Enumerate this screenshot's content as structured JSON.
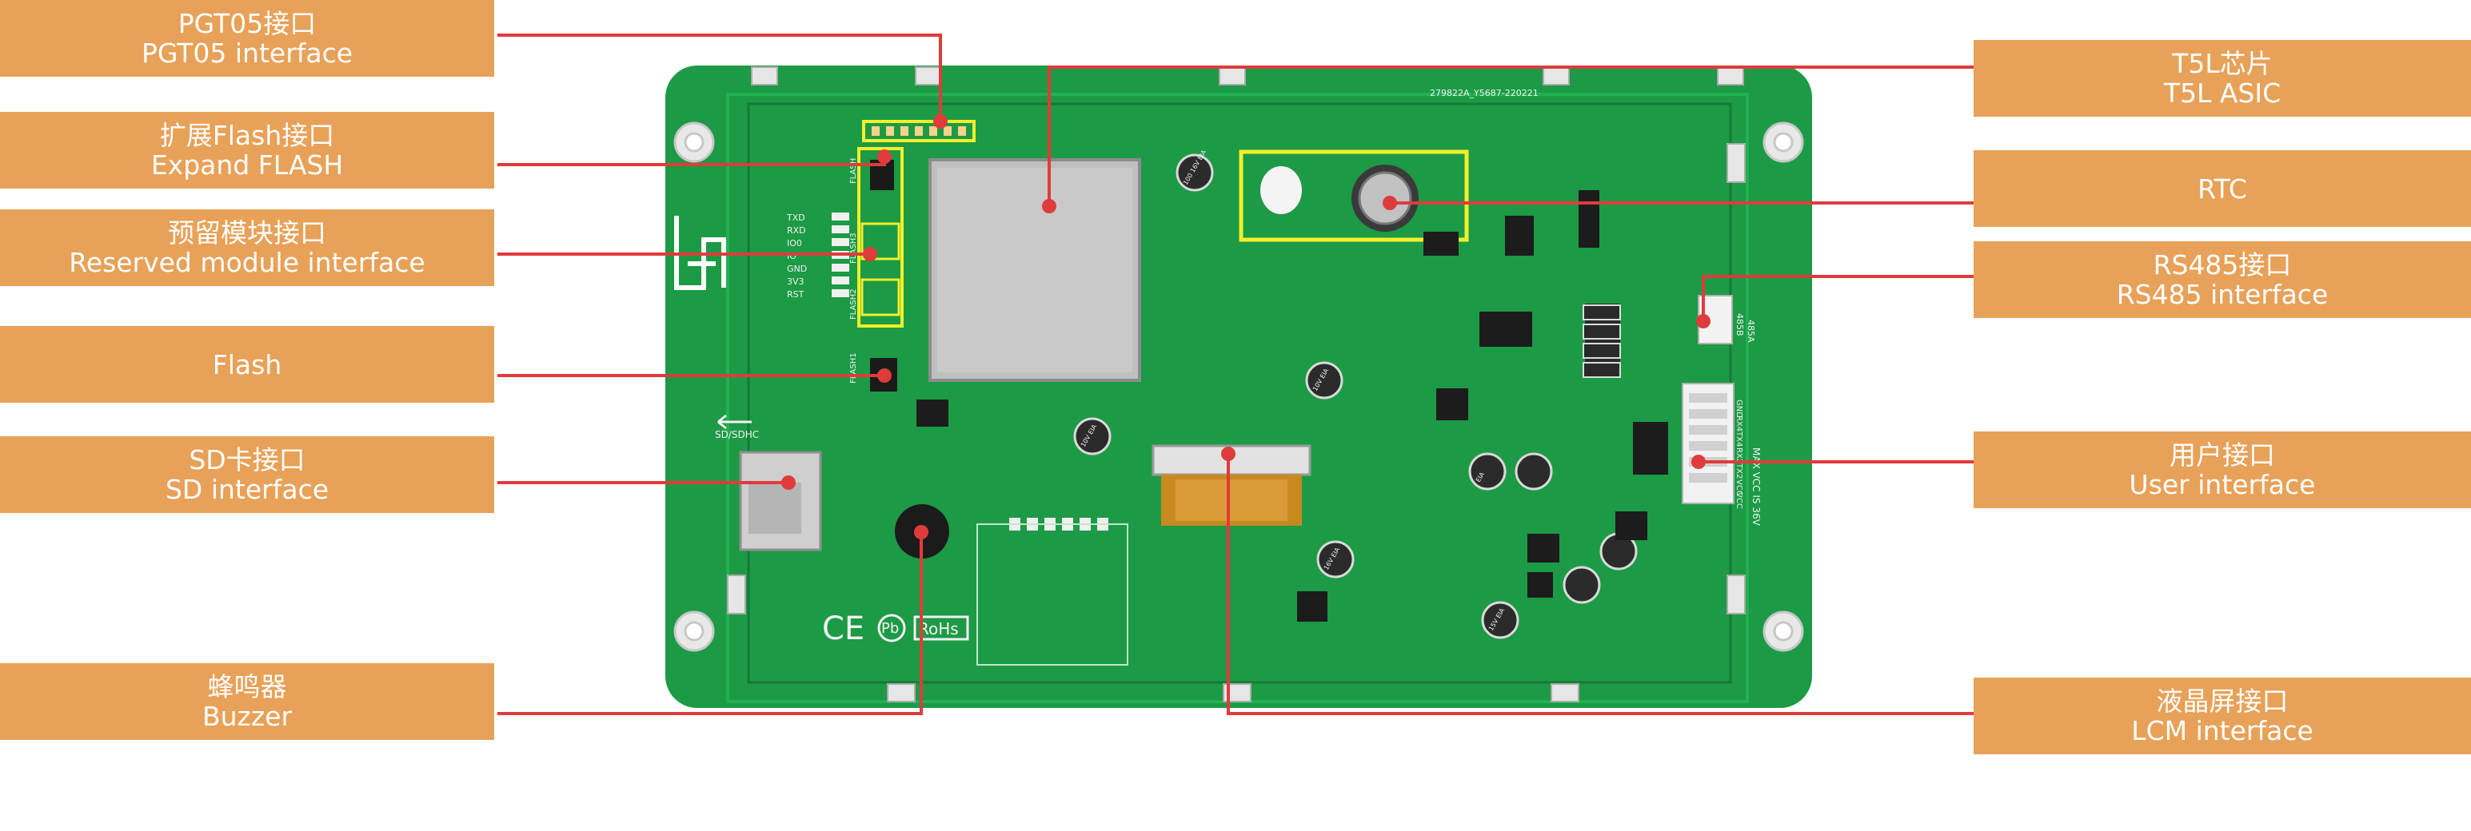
{
  "callouts": {
    "pgt05": {
      "zh": "PGT05接口",
      "en": "PGT05 interface"
    },
    "expand_flash": {
      "zh": "扩展Flash接口",
      "en": "Expand FLASH"
    },
    "reserved_module": {
      "zh": "预留模块接口",
      "en": "Reserved module interface"
    },
    "flash": {
      "en": "Flash"
    },
    "sd": {
      "zh": "SD卡接口",
      "en": "SD interface"
    },
    "buzzer": {
      "zh": "蜂鸣器",
      "en": "Buzzer"
    },
    "t5l": {
      "zh": "T5L芯片",
      "en": "T5L ASIC"
    },
    "rtc": {
      "en": "RTC"
    },
    "rs485": {
      "zh": "RS485接口",
      "en": "RS485 interface"
    },
    "user": {
      "zh": "用户接口",
      "en": "User interface"
    },
    "lcm": {
      "zh": "液晶屏接口",
      "en": "LCM interface"
    }
  },
  "board_text": {
    "pcb_id": "279822A_Y5687-220221",
    "module_pins": [
      "TXD",
      "RXD",
      "IO0",
      "IO",
      "GND",
      "3V3",
      "RST"
    ],
    "sd_mark": "SD/SDHC",
    "ce": "CE",
    "pb": "Pb",
    "rohs": "RoHs",
    "rs485_pins": [
      "485B",
      "485A"
    ],
    "user_pins": [
      "GND",
      "RX4",
      "TX4",
      "RX2",
      "TX2",
      "VCC",
      "VCC"
    ],
    "power_note": "MAX VCC IS 36V",
    "flash_tags": [
      "FLASH",
      "FLASH3",
      "FLASH2",
      "FLASH1"
    ],
    "cap_marks": [
      "100 16V EIA",
      "10V EIA",
      "10V EIA",
      "16V EIA",
      "EIA",
      "15V EIA"
    ]
  },
  "colors": {
    "pcb": "#1c9a45",
    "pcb_dark": "#17873c",
    "label_bg": "#e8a158",
    "leader": "#e03b3b",
    "highlight": "#f2ef2a"
  }
}
